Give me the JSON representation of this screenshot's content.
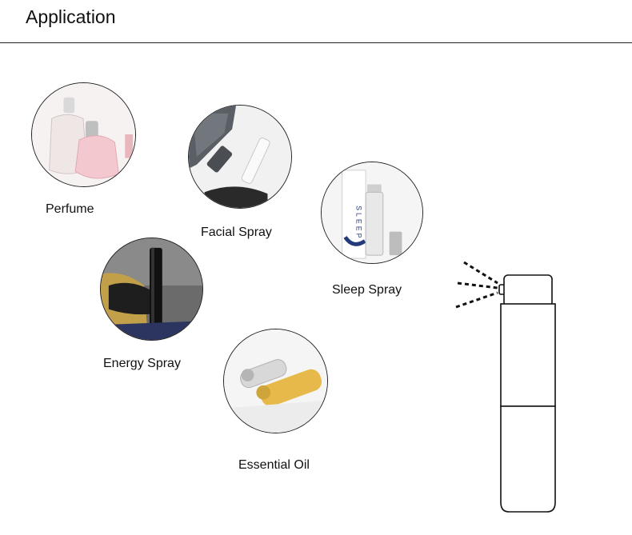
{
  "header": {
    "title": "Application"
  },
  "applications": [
    {
      "label": "Perfume",
      "icon": "perfume-bottles-photo"
    },
    {
      "label": "Facial Spray",
      "icon": "facial-spray-photo"
    },
    {
      "label": "Sleep Spray",
      "icon": "sleep-spray-photo",
      "product_text": "SLEEP"
    },
    {
      "label": "Energy Spray",
      "icon": "energy-spray-photo"
    },
    {
      "label": "Essential Oil",
      "icon": "essential-oil-roller-photo"
    }
  ],
  "illustration": {
    "icon": "spray-bottle-outline"
  }
}
